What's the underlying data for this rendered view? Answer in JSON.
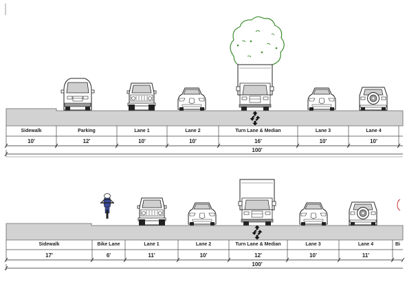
{
  "sections": [
    {
      "name": "section-top",
      "segments": [
        {
          "label": "Sidewalk",
          "width": "10'"
        },
        {
          "label": "Parking",
          "width": "12'"
        },
        {
          "label": "Lane 1",
          "width": "10'"
        },
        {
          "label": "Lane 2",
          "width": "10'"
        },
        {
          "label": "Turn Lane & Median",
          "width": "16'"
        },
        {
          "label": "Lane 3",
          "width": "10'"
        },
        {
          "label": "Lane 4",
          "width": "10'"
        }
      ],
      "total": "100'"
    },
    {
      "name": "section-bottom",
      "segments": [
        {
          "label": "Sidewalk",
          "width": "17'"
        },
        {
          "label": "Bike Lane",
          "width": "6'"
        },
        {
          "label": "Lane 1",
          "width": "11'"
        },
        {
          "label": "Lane 2",
          "width": "10'"
        },
        {
          "label": "Turn Lane & Median",
          "width": "12'"
        },
        {
          "label": "Lane 3",
          "width": "10'"
        },
        {
          "label": "Lane 4",
          "width": "11'"
        },
        {
          "label": "Bi",
          "width": ""
        }
      ],
      "total": "100'"
    }
  ],
  "icons": {
    "turn_arrow": "two-way-left-turn-arrow-icon",
    "tree": "tree-icon",
    "truck": "box-truck-icon",
    "van": "van-icon",
    "jeep": "jeep-icon",
    "sedan": "sedan-icon",
    "suv": "suv-icon",
    "cyclist": "cyclist-icon"
  }
}
